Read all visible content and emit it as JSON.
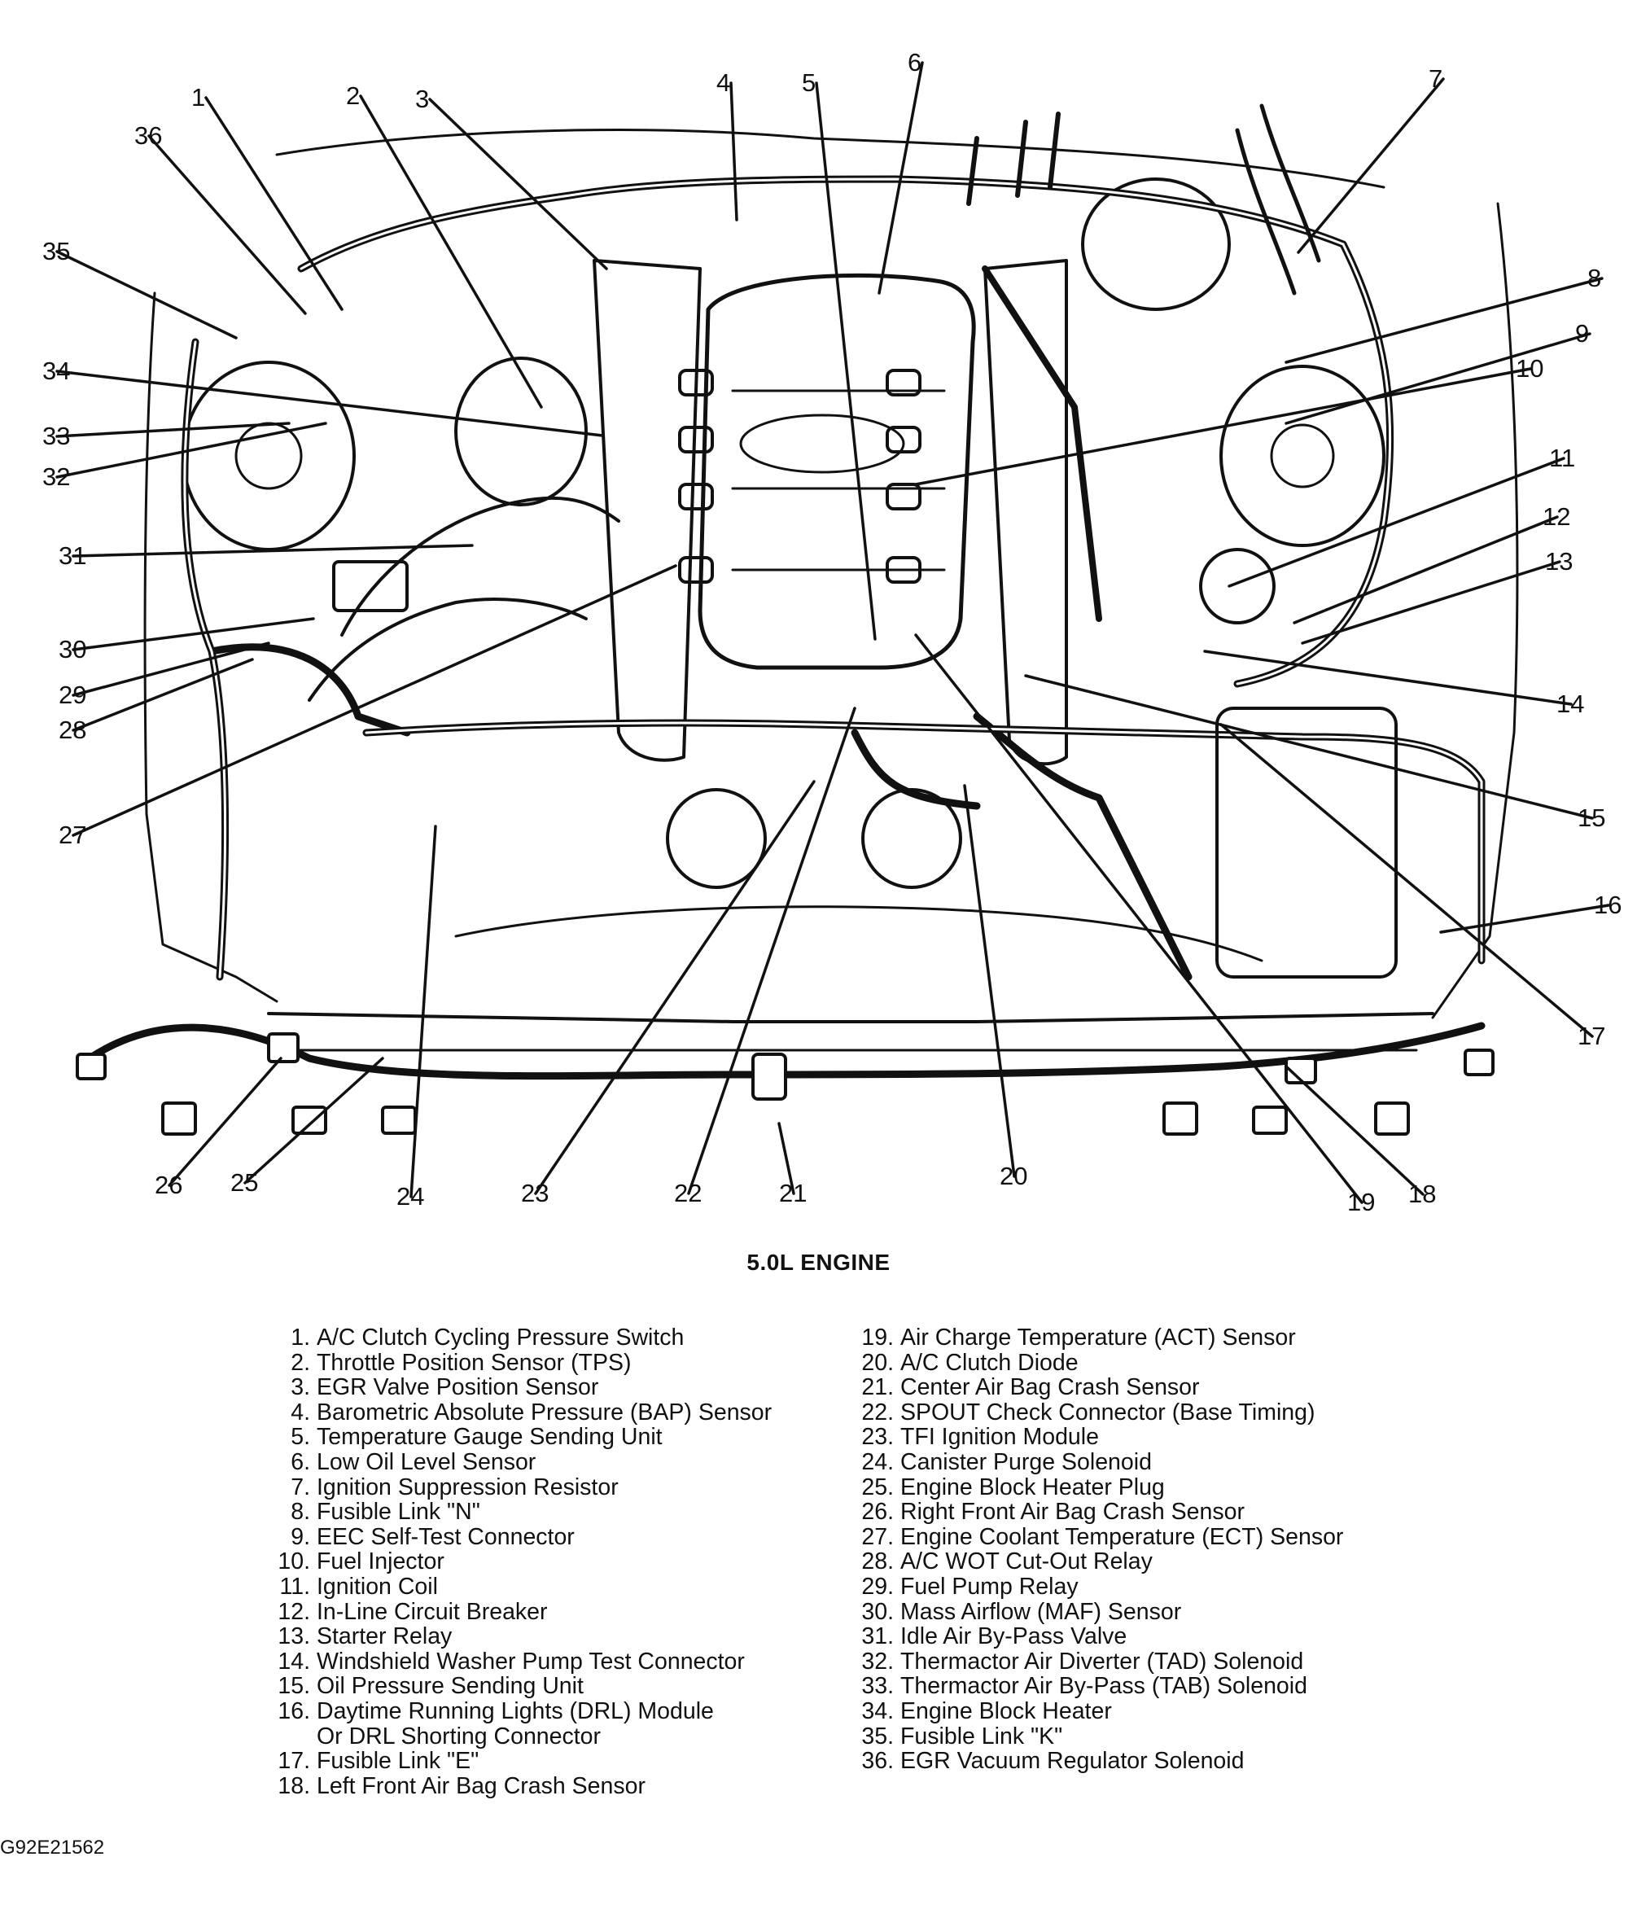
{
  "title": "5.0L ENGINE",
  "figure_id": "G92E21562",
  "callouts": [
    "1",
    "2",
    "3",
    "4",
    "5",
    "6",
    "7",
    "8",
    "9",
    "10",
    "11",
    "12",
    "13",
    "14",
    "15",
    "16",
    "17",
    "18",
    "19",
    "20",
    "21",
    "22",
    "23",
    "24",
    "25",
    "26",
    "27",
    "28",
    "29",
    "30",
    "31",
    "32",
    "33",
    "34",
    "35",
    "36"
  ],
  "legend_left": [
    {
      "num": "1.",
      "text": "A/C Clutch Cycling Pressure Switch"
    },
    {
      "num": "2.",
      "text": "Throttle Position Sensor (TPS)"
    },
    {
      "num": "3.",
      "text": "EGR Valve Position Sensor"
    },
    {
      "num": "4.",
      "text": "Barometric Absolute Pressure (BAP) Sensor"
    },
    {
      "num": "5.",
      "text": "Temperature Gauge Sending Unit"
    },
    {
      "num": "6.",
      "text": "Low Oil Level Sensor"
    },
    {
      "num": "7.",
      "text": "Ignition Suppression Resistor"
    },
    {
      "num": "8.",
      "text": "Fusible Link \"N\""
    },
    {
      "num": "9.",
      "text": "EEC Self-Test Connector"
    },
    {
      "num": "10.",
      "text": "Fuel Injector"
    },
    {
      "num": "11.",
      "text": "Ignition Coil"
    },
    {
      "num": "12.",
      "text": "In-Line Circuit Breaker"
    },
    {
      "num": "13.",
      "text": "Starter Relay"
    },
    {
      "num": "14.",
      "text": "Windshield Washer Pump Test Connector"
    },
    {
      "num": "15.",
      "text": "Oil Pressure Sending Unit"
    },
    {
      "num": "16.",
      "text": "Daytime Running Lights (DRL) Module"
    },
    {
      "num": "",
      "text": "Or DRL Shorting Connector"
    },
    {
      "num": "17.",
      "text": "Fusible Link \"E\""
    },
    {
      "num": "18.",
      "text": "Left Front Air Bag Crash Sensor"
    }
  ],
  "legend_right": [
    {
      "num": "19.",
      "text": "Air Charge Temperature (ACT) Sensor"
    },
    {
      "num": "20.",
      "text": "A/C Clutch Diode"
    },
    {
      "num": "21.",
      "text": "Center Air Bag Crash Sensor"
    },
    {
      "num": "22.",
      "text": "SPOUT Check Connector (Base Timing)"
    },
    {
      "num": "23.",
      "text": "TFI Ignition Module"
    },
    {
      "num": "24.",
      "text": "Canister Purge Solenoid"
    },
    {
      "num": "25.",
      "text": "Engine Block Heater Plug"
    },
    {
      "num": "26.",
      "text": "Right Front Air Bag Crash Sensor"
    },
    {
      "num": "27.",
      "text": "Engine Coolant Temperature (ECT) Sensor"
    },
    {
      "num": "28.",
      "text": "A/C WOT Cut-Out Relay"
    },
    {
      "num": "29.",
      "text": "Fuel Pump Relay"
    },
    {
      "num": "30.",
      "text": "Mass Airflow (MAF) Sensor"
    },
    {
      "num": "31.",
      "text": "Idle Air By-Pass Valve"
    },
    {
      "num": "32.",
      "text": "Thermactor Air Diverter (TAD) Solenoid"
    },
    {
      "num": "33.",
      "text": "Thermactor Air By-Pass (TAB) Solenoid"
    },
    {
      "num": "34.",
      "text": "Engine Block Heater"
    },
    {
      "num": "35.",
      "text": "Fusible Link \"K\""
    },
    {
      "num": "36.",
      "text": "EGR Vacuum Regulator Solenoid"
    }
  ]
}
